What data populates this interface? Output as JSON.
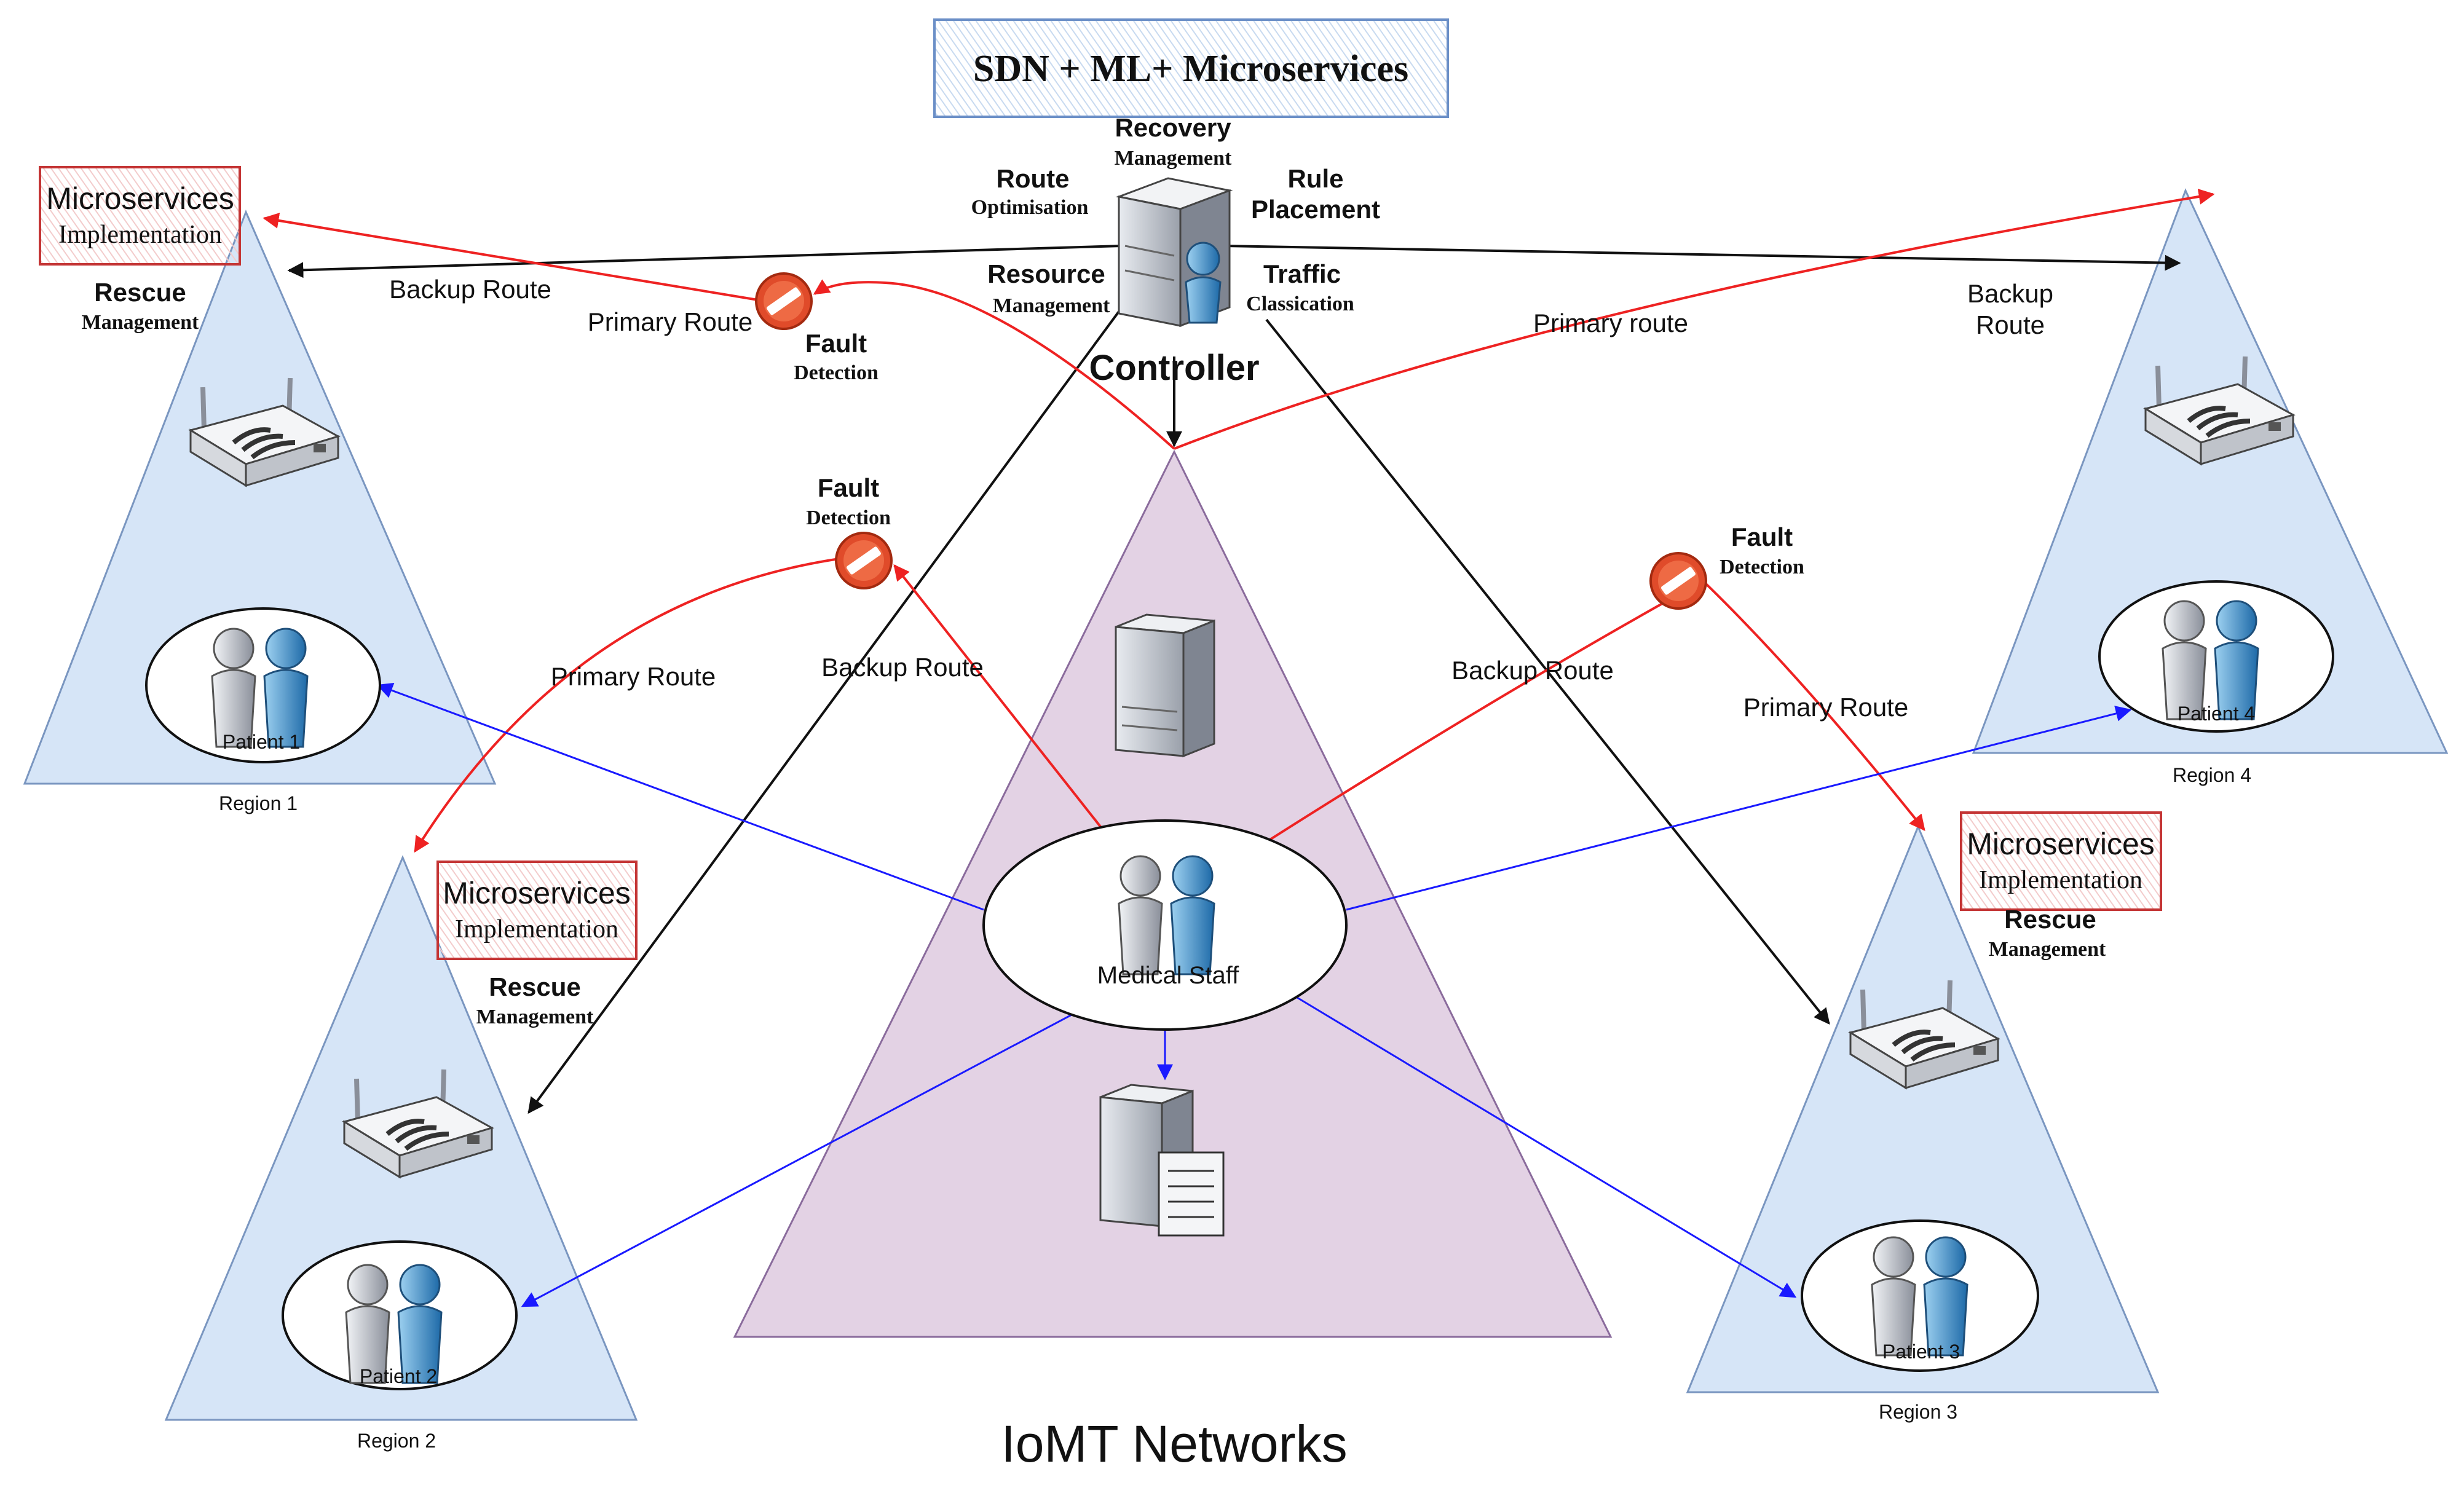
{
  "title": "SDN + ML+ Microservices",
  "footer": "IoMT Networks",
  "controller": {
    "label": "Controller",
    "recovery": [
      "Recovery",
      "Management"
    ],
    "route_opt": [
      "Route",
      "Optimisation"
    ],
    "rule": [
      "Rule",
      "Placement"
    ],
    "resource": [
      "Resource",
      "Management"
    ],
    "traffic": [
      "Traffic",
      "Classication"
    ]
  },
  "routes": {
    "backup_route": "Backup Route",
    "primary_route": "Primary Route",
    "primary_route_lower": "Primary route",
    "backup_route_r4": [
      "Backup",
      "Route"
    ]
  },
  "fault": [
    "Fault",
    "Detection"
  ],
  "micro": [
    "Microservices",
    "Implementation"
  ],
  "rescue": [
    "Rescue",
    "Management"
  ],
  "center": {
    "label": "Medical Staff"
  },
  "regions": {
    "r1": {
      "name": "Region 1",
      "patient": "Patient 1"
    },
    "r2": {
      "name": "Region 2",
      "patient": "Patient 2"
    },
    "r3": {
      "name": "Region 3",
      "patient": "Patient 3"
    },
    "r4": {
      "name": "Region 4",
      "patient": "Patient 4"
    }
  },
  "colors": {
    "region_fill": "#d6e5f7",
    "center_fill": "#e3d2e4",
    "primary": "#ee2222",
    "backup": "#111111",
    "link": "#1a1aff"
  }
}
